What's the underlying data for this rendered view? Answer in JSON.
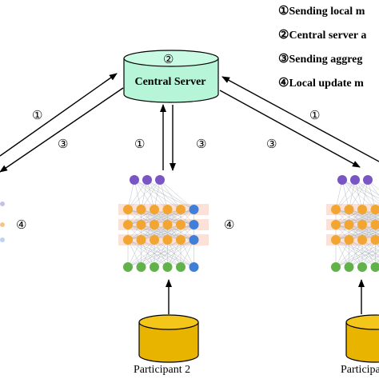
{
  "legend": [
    {
      "num": "①",
      "text": "Sending local m"
    },
    {
      "num": "②",
      "text": "Central server a"
    },
    {
      "num": "③",
      "text": "Sending aggreg"
    },
    {
      "num": "④",
      "text": "Local update m"
    }
  ],
  "server": {
    "num": "②",
    "label": "Central Server"
  },
  "steps": {
    "one": "①",
    "three": "③",
    "four": "④"
  },
  "participants": {
    "p2": "Participant 2",
    "p3": "Participant"
  },
  "colors": {
    "server_fill": "#b6f5d8",
    "db_fill": "#e8b400",
    "node_purple": "#7a55c4",
    "node_orange": "#f2a531",
    "node_blue": "#3f7fd8",
    "node_green": "#61b24a",
    "band": "#f8c8b8"
  }
}
